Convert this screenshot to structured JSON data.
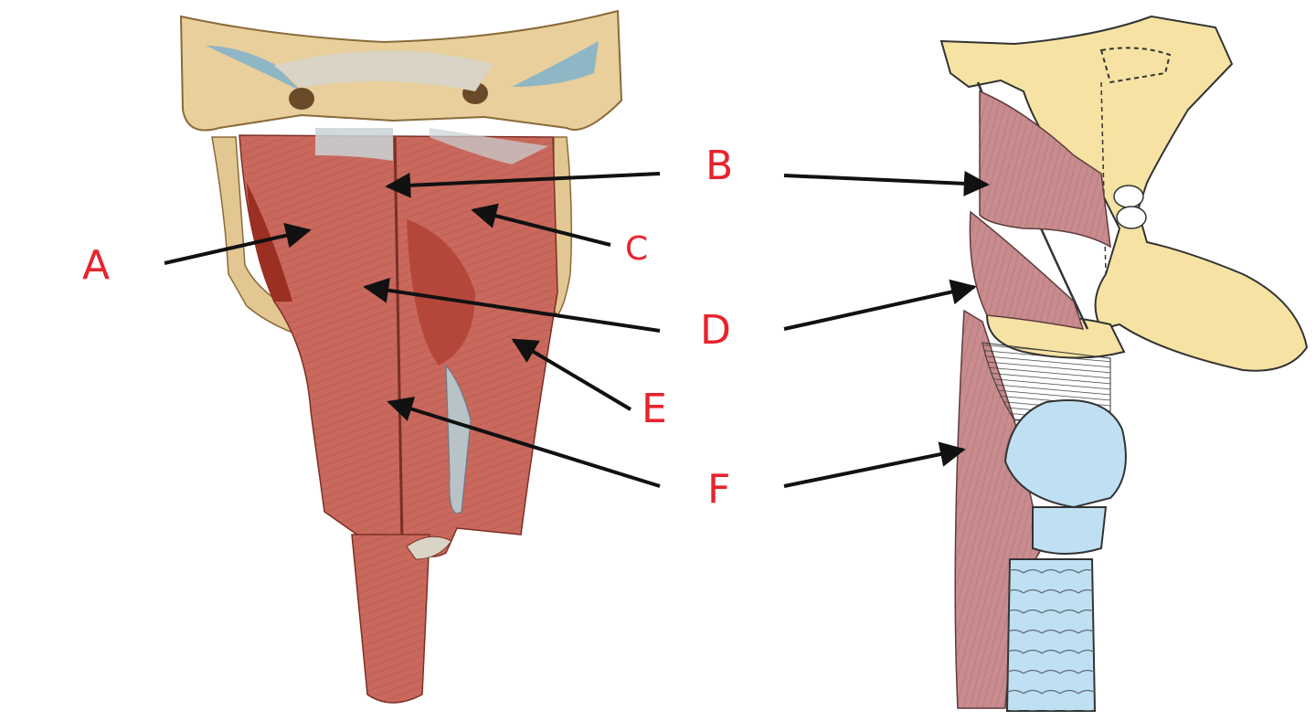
{
  "labels": {
    "a": "A",
    "b": "B",
    "c": "C",
    "d": "D",
    "e": "E",
    "f": "F"
  },
  "colors": {
    "label": "#e8232b",
    "arrow": "#111111",
    "muscle": "#c9685c",
    "muscle_dark": "#a5463c",
    "bone": "#e8cf9b",
    "cartilage": "#bfe0f2",
    "sketch_muscle": "#b9777b",
    "sketch_bone": "#f6e3a3"
  }
}
